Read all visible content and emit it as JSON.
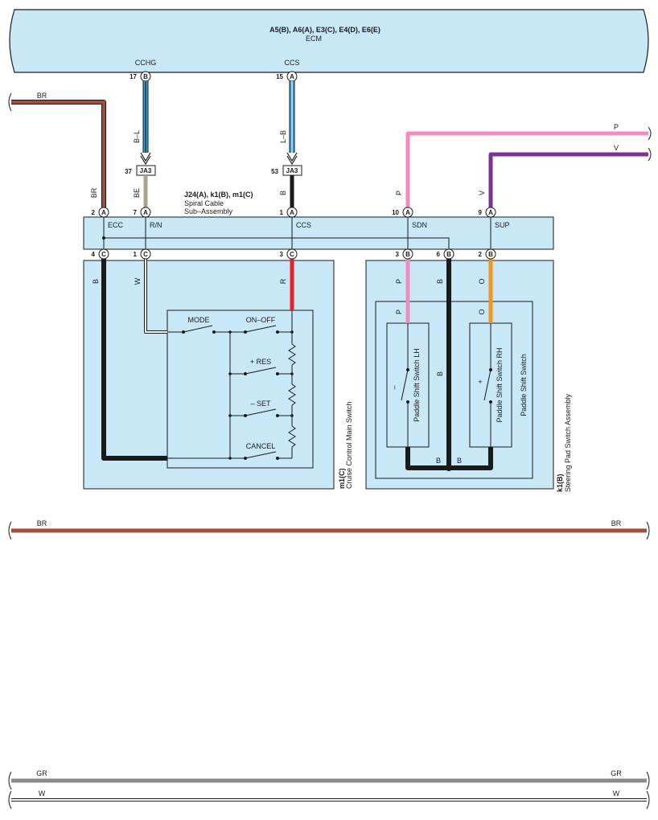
{
  "ecm": {
    "connectors": "A5(B), A6(A), E3(C), E4(D), E6(E)",
    "name": "ECM"
  },
  "ecm_pins": [
    {
      "signal": "CCHG",
      "number": "17",
      "letter": "B"
    },
    {
      "signal": "CCS",
      "number": "15",
      "letter": "A"
    }
  ],
  "junctions": [
    {
      "number": "37",
      "name": "JA3"
    },
    {
      "number": "53",
      "name": "JA3"
    }
  ],
  "wires": {
    "br_top": "BR",
    "b_l": "B–L",
    "l_b": "L–B",
    "be": "BE",
    "b_ccs": "B",
    "br_ecc": "BR",
    "p_sdn": "P",
    "v_sup": "V",
    "p_right": "P",
    "v_right": "V"
  },
  "spiral": {
    "connectors": "J24(A), k1(B), m1(C)",
    "name_line1": "Spiral Cable",
    "name_line2": "Sub–Assembly",
    "top_pins": [
      {
        "number": "2",
        "letter": "A",
        "label": "ECC"
      },
      {
        "number": "7",
        "letter": "A",
        "label": "R/N"
      },
      {
        "number": "1",
        "letter": "A",
        "label": "CCS"
      },
      {
        "number": "10",
        "letter": "A",
        "label": "SDN"
      },
      {
        "number": "9",
        "letter": "A",
        "label": "SUP"
      }
    ],
    "bottom_pins": [
      {
        "number": "4",
        "letter": "C"
      },
      {
        "number": "1",
        "letter": "C"
      },
      {
        "number": "3",
        "letter": "C"
      },
      {
        "number": "3",
        "letter": "B"
      },
      {
        "number": "6",
        "letter": "B"
      },
      {
        "number": "2",
        "letter": "B"
      }
    ]
  },
  "cruise": {
    "connector": "m1(C)",
    "name": "Cruise Control Main Switch",
    "wire_b": "B",
    "wire_w": "W",
    "wire_r": "R",
    "switches": [
      "MODE",
      "ON–OFF",
      "+ RES",
      "– SET",
      "CANCEL"
    ]
  },
  "steering": {
    "connector": "k1(B)",
    "name": "Steering Pad Switch Assembly",
    "wire_p_outer": "P",
    "wire_b_outer": "B",
    "wire_o_outer": "O",
    "wire_p_inner": "P",
    "wire_o_inner": "O",
    "wire_b_mid": "B",
    "bottom_b_left": "B",
    "bottom_b_right": "B",
    "paddle_group": "Paddle Shift Switch",
    "paddle_lh": "Paddle Shift Switch LH",
    "paddle_rh": "Paddle Shift Switch RH",
    "sign_lh": "–",
    "sign_rh": "+"
  },
  "bottom_wires": {
    "br_left": "BR",
    "br_right": "BR",
    "gr_left": "GR",
    "gr_right": "GR",
    "w_left": "W",
    "w_right": "W"
  },
  "colors": {
    "panel": "#c8e8f8",
    "br": "#a0503a",
    "blue": "#3aa0dc",
    "be": "#b3a08a",
    "pink": "#f08cc0",
    "violet": "#7a3296",
    "red": "#e8202a",
    "orange": "#f0961e",
    "gray": "#8c8c8c"
  }
}
